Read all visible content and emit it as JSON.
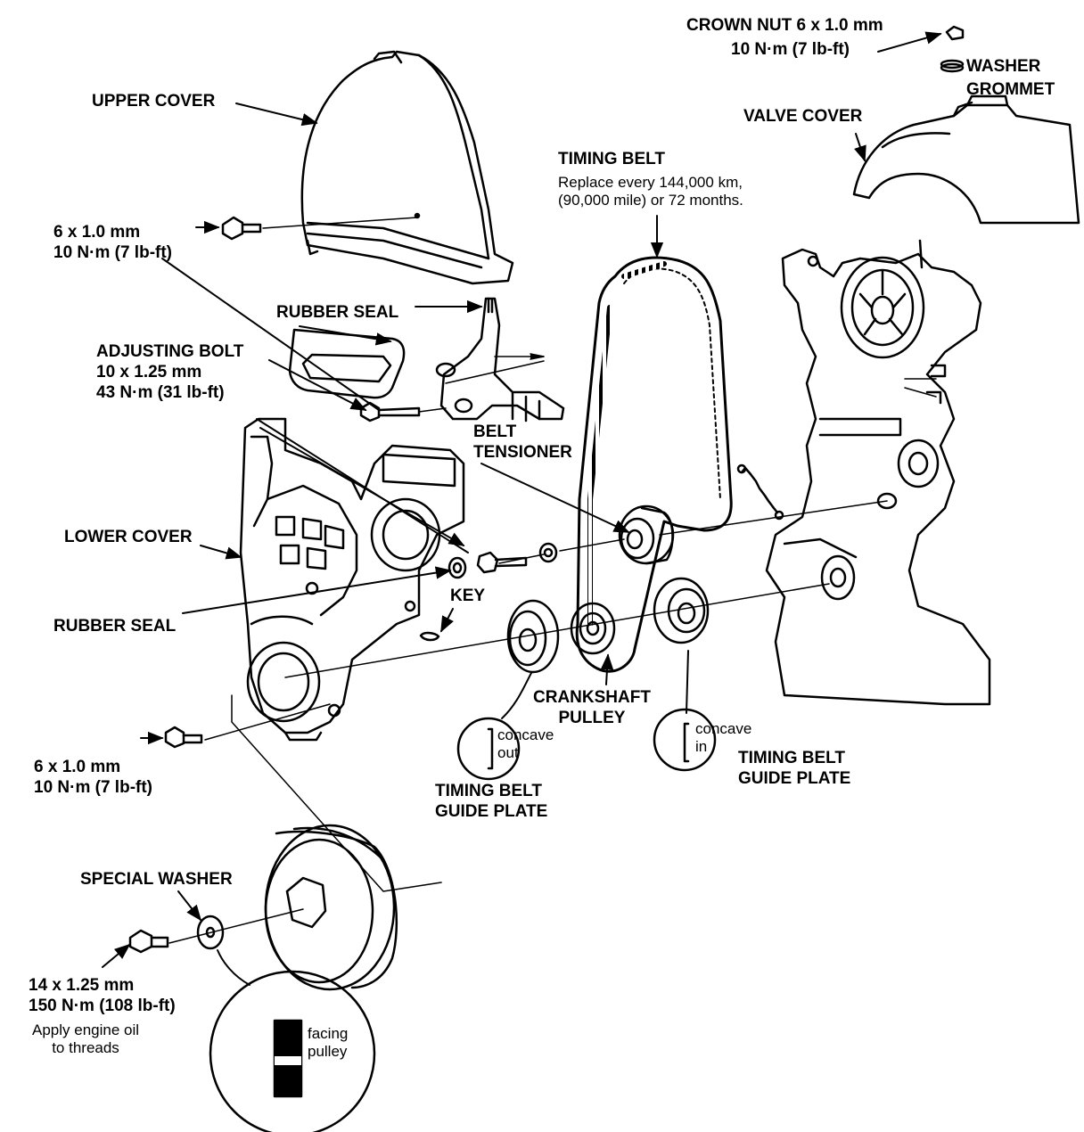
{
  "labels": {
    "crown_nut": [
      "CROWN NUT 6 x 1.0 mm",
      "10 N·m (7 lb-ft)"
    ],
    "washer": "WASHER",
    "grommet": "GROMMET",
    "valve_cover": "VALVE COVER",
    "upper_cover": "UPPER COVER",
    "timing_belt": "TIMING BELT",
    "timing_belt_note": [
      "Replace every 144,000 km,",
      "(90,000 mile) or 72 months."
    ],
    "bolt_upper": [
      "6 x 1.0 mm",
      "10 N·m (7 lb-ft)"
    ],
    "rubber_seal_top": "RUBBER SEAL",
    "adjusting_bolt": [
      "ADJUSTING BOLT",
      "10 x 1.25 mm",
      "43 N·m (31 lb-ft)"
    ],
    "belt_tensioner": [
      "BELT",
      "TENSIONER"
    ],
    "lower_cover": "LOWER COVER",
    "key": "KEY",
    "rubber_seal_bottom": "RUBBER SEAL",
    "crankshaft_pulley": [
      "CRANKSHAFT",
      "PULLEY"
    ],
    "concave_out": [
      "concave",
      "out"
    ],
    "concave_in": [
      "concave",
      "in"
    ],
    "guide_plate_left": [
      "TIMING BELT",
      "GUIDE PLATE"
    ],
    "guide_plate_right": [
      "TIMING BELT",
      "GUIDE PLATE"
    ],
    "bolt_lower": [
      "6 x 1.0 mm",
      "10 N·m (7 lb-ft)"
    ],
    "special_washer": "SPECIAL WASHER",
    "crank_bolt": [
      "14 x 1.25 mm",
      "150 N·m (108 lb-ft)"
    ],
    "crank_bolt_note": [
      "Apply engine oil",
      "to threads"
    ],
    "facing_pulley": [
      "facing",
      "pulley"
    ]
  }
}
